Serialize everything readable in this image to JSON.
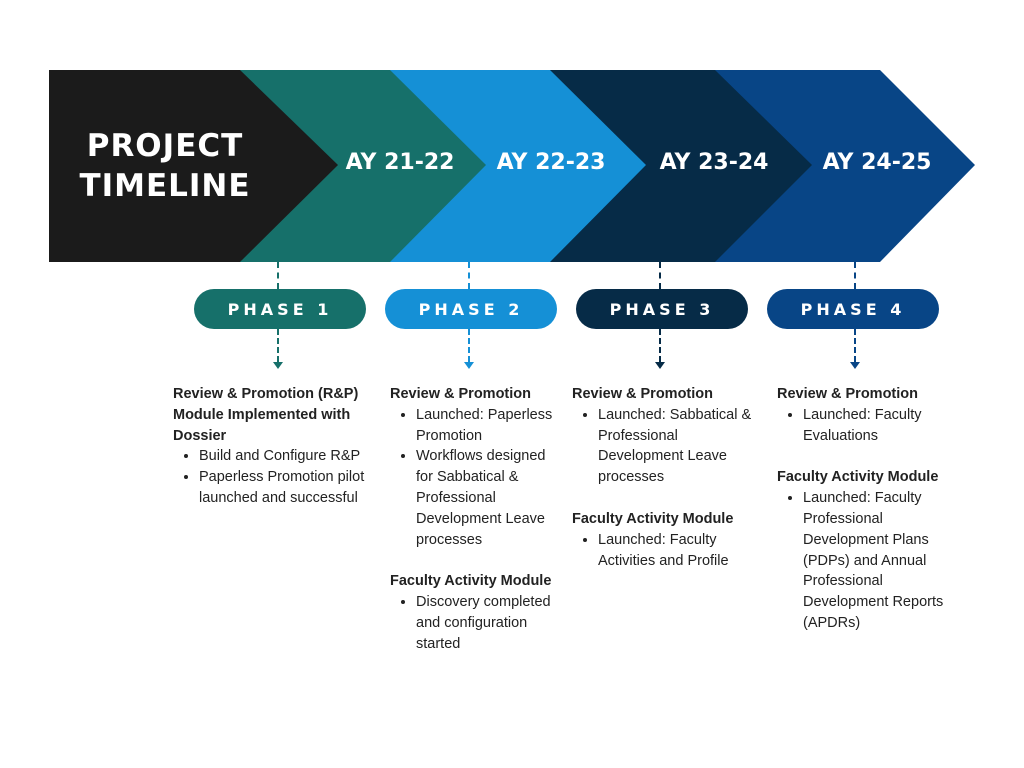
{
  "title": {
    "line1": "PROJECT",
    "line2": "TIMELINE"
  },
  "years": [
    "AY 21-22",
    "AY 22-23",
    "AY 23-24",
    "AY 24-25"
  ],
  "colors": {
    "title_block": "#1b1b1b",
    "phase1": "#16706a",
    "phase2": "#1590d6",
    "phase3": "#062b47",
    "phase4": "#084586"
  },
  "phases": [
    {
      "label": "PHASE 1",
      "sections": [
        {
          "heading": "Review & Promotion (R&P) Module Implemented with Dossier",
          "bullets": [
            "Build and Configure R&P",
            "Paperless Promotion pilot launched and successful"
          ]
        }
      ]
    },
    {
      "label": "PHASE 2",
      "sections": [
        {
          "heading": "Review & Promotion",
          "bullets": [
            "Launched: Paperless Promotion",
            "Workflows designed for Sabbatical & Professional Development Leave processes"
          ]
        },
        {
          "heading": "Faculty Activity Module",
          "bullets": [
            "Discovery completed and configuration started"
          ]
        }
      ]
    },
    {
      "label": "PHASE 3",
      "sections": [
        {
          "heading": "Review & Promotion",
          "bullets": [
            "Launched: Sabbatical & Professional Development Leave processes"
          ]
        },
        {
          "heading": "Faculty Activity Module",
          "bullets": [
            "Launched: Faculty Activities and Profile"
          ]
        }
      ]
    },
    {
      "label": "PHASE 4",
      "sections": [
        {
          "heading": "Review & Promotion",
          "bullets": [
            "Launched: Faculty Evaluations"
          ]
        },
        {
          "heading": "Faculty Activity Module",
          "bullets": [
            "Launched: Faculty Professional Development Plans (PDPs) and Annual Professional Development Reports (APDRs)"
          ]
        }
      ]
    }
  ]
}
